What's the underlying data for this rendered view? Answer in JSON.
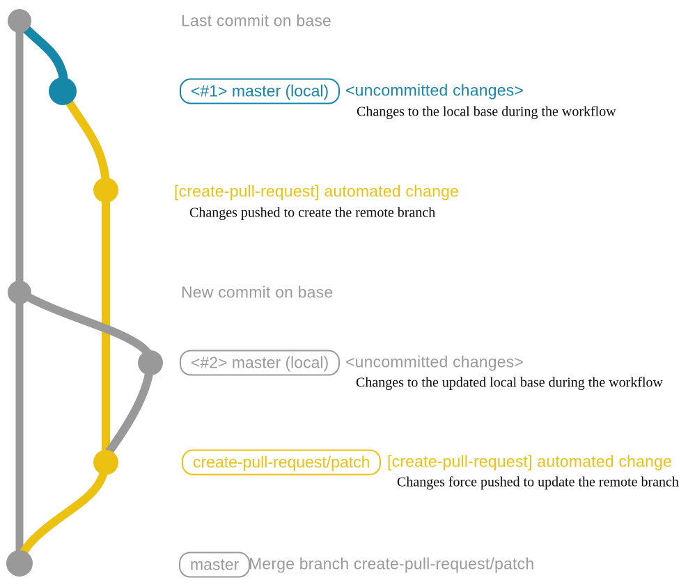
{
  "diagram": {
    "title": "create-pull-request action git workflow diagram",
    "colors": {
      "base_gray": "#999999",
      "branch_blue": "#1787a9",
      "branch_yellow": "#edc111",
      "text_gray": "#9b9b9b",
      "text_black": "#0a0a0a"
    },
    "annotations": {
      "last_commit": {
        "label": "Last commit on base"
      },
      "row_master_local_1": {
        "badge": "<#1> master (local)",
        "title": "<uncommitted changes>",
        "desc": "Changes to the local base during the workflow"
      },
      "row_automated_change_1": {
        "title": "[create-pull-request] automated change",
        "desc": "Changes pushed to create the remote branch"
      },
      "new_commit": {
        "label": "New commit on base"
      },
      "row_master_local_2": {
        "badge": "<#2> master (local)",
        "title": "<uncommitted changes>",
        "desc": "Changes to the updated local base during the workflow"
      },
      "row_automated_change_2": {
        "badge": "create-pull-request/patch",
        "title": "[create-pull-request] automated change",
        "desc": "Changes force pushed to update the remote branch"
      },
      "row_merge": {
        "badge": "master",
        "label": "Merge branch create-pull-request/patch"
      }
    },
    "commits": [
      {
        "id": "last-commit-on-base",
        "branch": "base",
        "color_key": "base_gray"
      },
      {
        "id": "uncommitted-changes-1",
        "branch": "master-local",
        "color_key": "branch_blue"
      },
      {
        "id": "automated-change-1",
        "branch": "create-pull-request-patch",
        "color_key": "branch_yellow"
      },
      {
        "id": "new-commit-on-base",
        "branch": "base",
        "color_key": "base_gray"
      },
      {
        "id": "uncommitted-changes-2",
        "branch": "master-local",
        "color_key": "base_gray"
      },
      {
        "id": "automated-change-2",
        "branch": "create-pull-request-patch",
        "color_key": "branch_yellow"
      },
      {
        "id": "merge-commit",
        "branch": "base",
        "color_key": "base_gray"
      }
    ]
  }
}
